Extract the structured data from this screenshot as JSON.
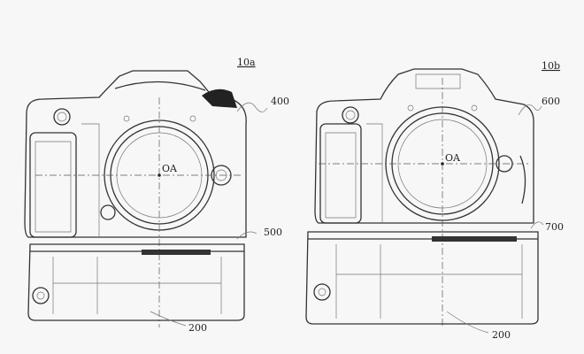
{
  "figure": {
    "camera_a": {
      "ref": "10a",
      "accessory_label": "400",
      "axis_label": "OA",
      "body_label": "500",
      "grip_label": "200"
    },
    "camera_b": {
      "ref": "10b",
      "accessory_label": "600",
      "axis_label": "OA",
      "body_label": "700",
      "grip_label": "200"
    }
  }
}
